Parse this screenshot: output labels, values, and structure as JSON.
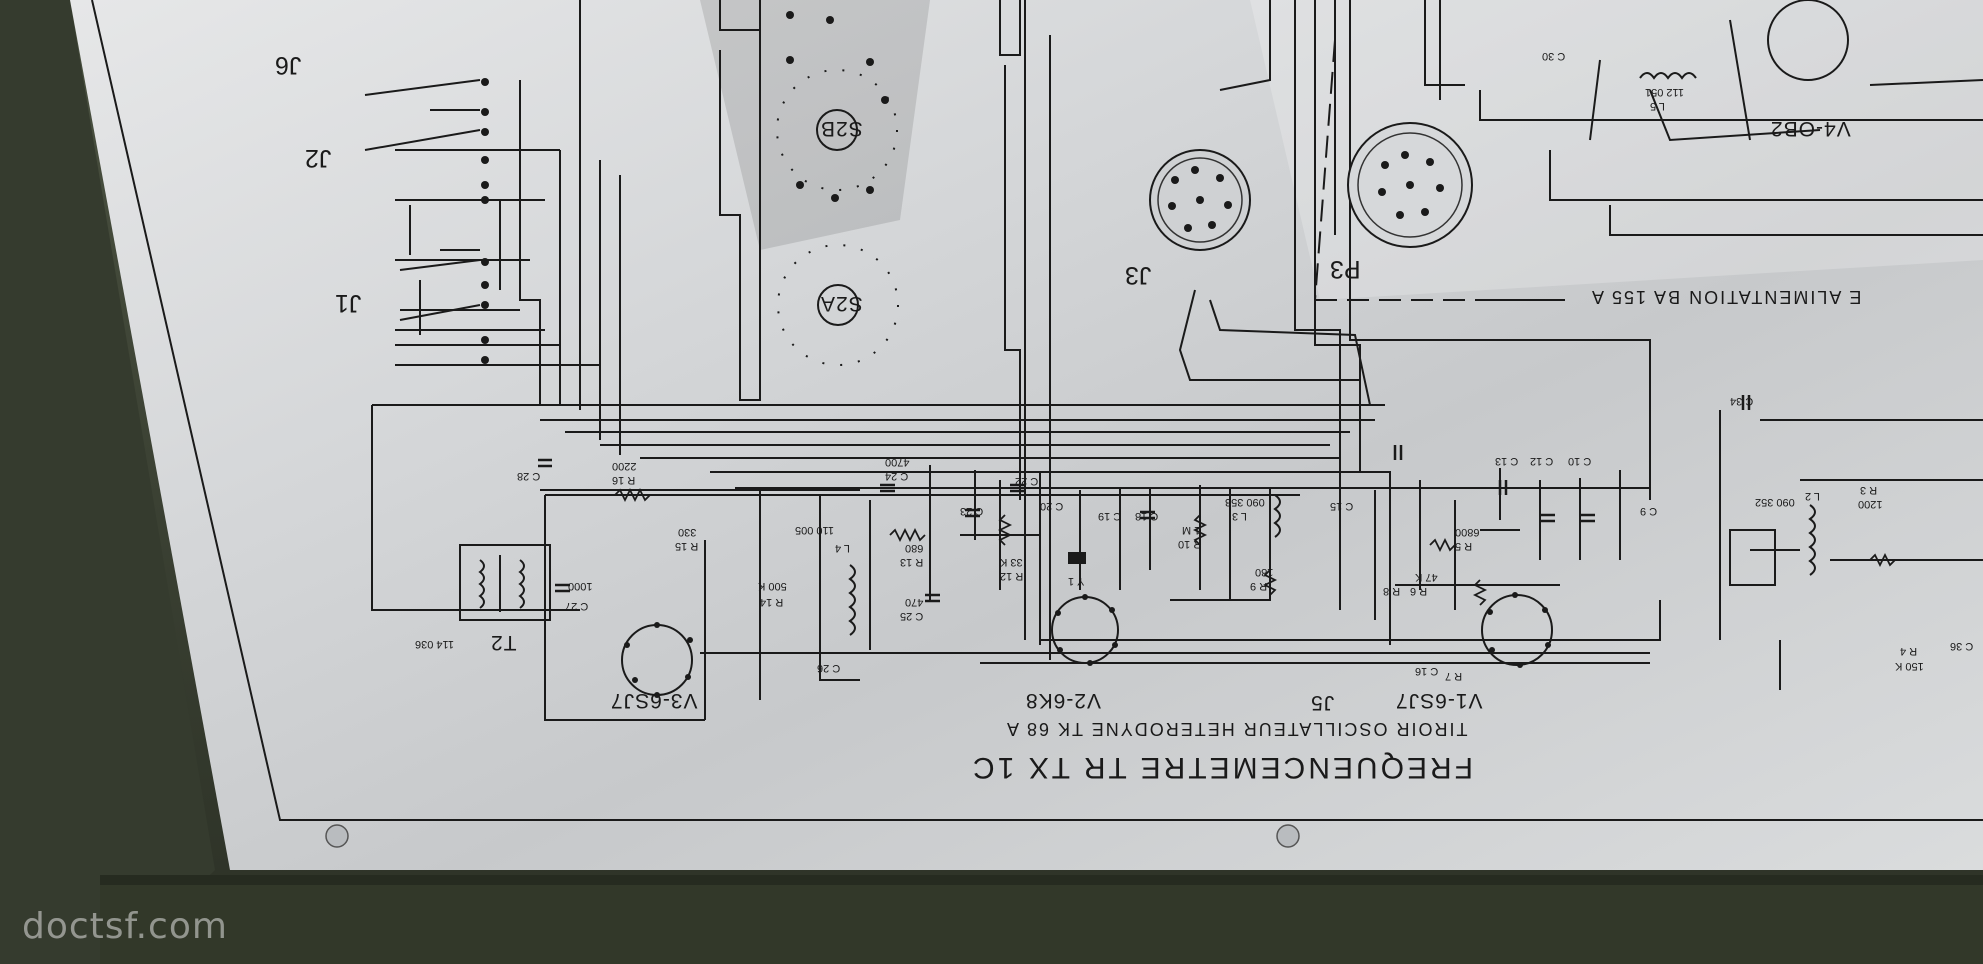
{
  "photo": {
    "title": "FREQUENCEMETRE  TR  TX  1C",
    "subtitle": "TIROIR OSCILLATEUR HETERODYNE TK 68 A",
    "alimentation": "E ALIMENTATION BA 155 A",
    "watermark": "doctsf.com",
    "tubes": [
      "V1-6SJ7",
      "V2-6K8",
      "V3-6SJ7",
      "V4-OB2"
    ],
    "jacks": [
      "J1",
      "J2",
      "J3",
      "P3",
      "J5",
      "J6"
    ],
    "switches": [
      "S2A",
      "S2B"
    ],
    "transformers": [
      "T2",
      "114 036"
    ],
    "components": [
      "C 28",
      "R 16",
      "2200",
      "C 27",
      "1000",
      "R 15",
      "330",
      "R 14",
      "500 K",
      "L 4",
      "110 005",
      "C 26",
      "C 25",
      "470",
      "C 24",
      "4700",
      "C 23",
      "R 13",
      "680",
      "C 22",
      "C 20",
      "R 12",
      "33 K",
      "Y 1",
      "C 19",
      "C 18",
      "R 10",
      "1 M",
      "L 3",
      "090 353",
      "R 9",
      "180",
      "C 15",
      "C 13",
      "C 12",
      "C 10",
      "C 9",
      "R 5",
      "6800",
      "R 8",
      "R 6",
      "47 K",
      "C 30",
      "C 16",
      "R 7",
      "C 34",
      "L 2",
      "090 352",
      "R 3",
      "1200",
      "L 5",
      "112 051",
      "C 36",
      "R 4",
      "150 K"
    ],
    "colors": {
      "panel": "#dcdedf",
      "ink": "#1a1a1a",
      "enclosure": "#3e4436",
      "bezel": "#2e3428"
    }
  }
}
